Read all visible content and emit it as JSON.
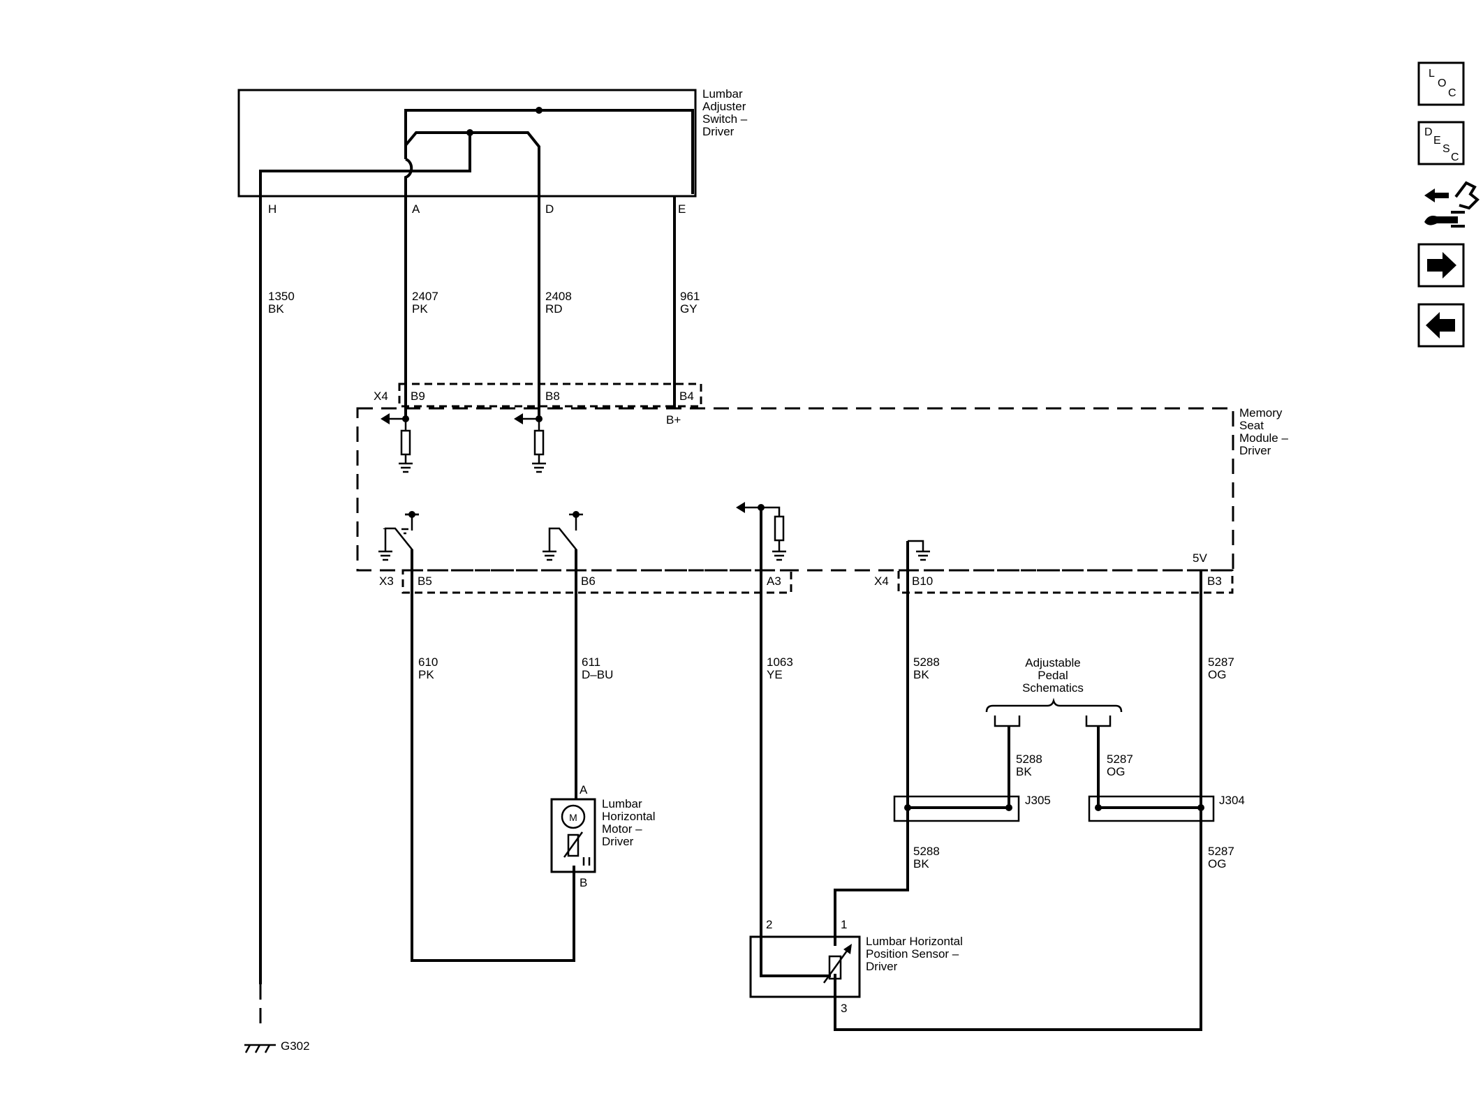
{
  "components": {
    "lumbar_switch": "Lumbar\nAdjuster\nSwitch –\nDriver",
    "memory_module": "Memory\nSeat\nModule –\nDriver",
    "motor": "Lumbar\nHorizontal\nMotor –\nDriver",
    "sensor": "Lumbar Horizontal\nPosition Sensor –\nDriver",
    "adjustable_pedal": "Adjustable\nPedal\nSchematics",
    "ground": "G302",
    "splice_j305": "J305",
    "splice_j304": "J304",
    "motor_symbol": "M"
  },
  "switch_pins": {
    "h": "H",
    "a": "A",
    "d": "D",
    "e": "E"
  },
  "connectors": {
    "x4_top": "X4",
    "b9": "B9",
    "b8": "B8",
    "b4": "B4",
    "bplus": "B+",
    "x3": "X3",
    "b5": "B5",
    "b6": "B6",
    "a3": "A3",
    "x4_bottom": "X4",
    "b10": "B10",
    "b3": "B3",
    "five_v": "5V"
  },
  "wires": {
    "w1350": "1350\nBK",
    "w2407": "2407\nPK",
    "w2408": "2408\nRD",
    "w961": "961\nGY",
    "w610": "610\nPK",
    "w611": "611\nD–BU",
    "w1063": "1063\nYE",
    "w5288_top": "5288\nBK",
    "w5287_top": "5287\nOG",
    "w5288_pedal": "5288\nBK",
    "w5287_pedal": "5287\nOG",
    "w5288_bottom": "5288\nBK",
    "w5287_bottom": "5287\nOG"
  },
  "motor_pins": {
    "a": "A",
    "b": "B"
  },
  "sensor_pins": {
    "p2": "2",
    "p1": "1",
    "p3": "3"
  },
  "nav": {
    "loc": {
      "l1": "L",
      "l2": "O",
      "l3": "C",
      "icon": "loc-icon"
    },
    "desc": {
      "l1": "D",
      "l2": "E",
      "l3": "S",
      "l4": "C",
      "icon": "desc-icon"
    },
    "connector_icon": "connector-icon",
    "forward_icon": "arrow-right-icon",
    "back_icon": "arrow-left-icon"
  }
}
